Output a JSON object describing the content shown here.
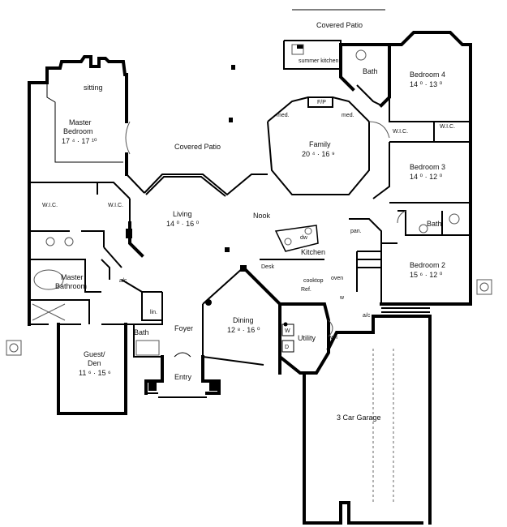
{
  "rooms": {
    "covered_patio_top": "Covered Patio",
    "summer_kitchen": "summer kitchen",
    "bath_top": "Bath",
    "bedroom4": "Bedroom 4",
    "bedroom4_dim": "14 ⁰ · 13 ⁰",
    "sitting": "sitting",
    "master_bedroom_line1": "Master",
    "master_bedroom_line2": "Bedroom",
    "master_bedroom_dim": "17 ⁴ · 17 ¹⁰",
    "fp": "F/P",
    "med_left": "med.",
    "med_right": "med.",
    "family": "Family",
    "family_dim": "20 ⁴ · 16 ⁹",
    "wic_bed4_left": "W.I.C.",
    "wic_bed4_right": "W.I.C.",
    "covered_patio_mid": "Covered Patio",
    "bedroom3": "Bedroom 3",
    "bedroom3_dim": "14 ⁰ · 12 ⁰",
    "wic_master_left": "W.I.C.",
    "wic_master_right": "W.I.C.",
    "living": "Living",
    "living_dim": "14 ⁰ · 16 ⁰",
    "nook": "Nook",
    "bath_mid": "Bath",
    "pan": "pan.",
    "dw": "dw",
    "kitchen": "Kitchen",
    "desk": "Desk",
    "bedroom2": "Bedroom 2",
    "bedroom2_dim": "15 ⁶ · 12 ⁰",
    "master_bath_line1": "Master",
    "master_bath_line2": "Bathroom",
    "ac_left": "a/c",
    "cooktop": "cooktop",
    "oven": "oven",
    "ref": "Ref.",
    "lin": "lin.",
    "w": "w",
    "ac_right": "a/c",
    "bath_guest": "Bath",
    "foyer": "Foyer",
    "dining": "Dining",
    "dining_dim": "12 ⁸ · 16 ⁰",
    "wd_w": "W",
    "wd_d": "D",
    "utility": "Utility",
    "wh": "wh",
    "guest_line1": "Guest/",
    "guest_line2": "Den",
    "guest_dim": "11 ⁶ · 15 ⁶",
    "entry": "Entry",
    "garage": "3 Car Garage"
  }
}
